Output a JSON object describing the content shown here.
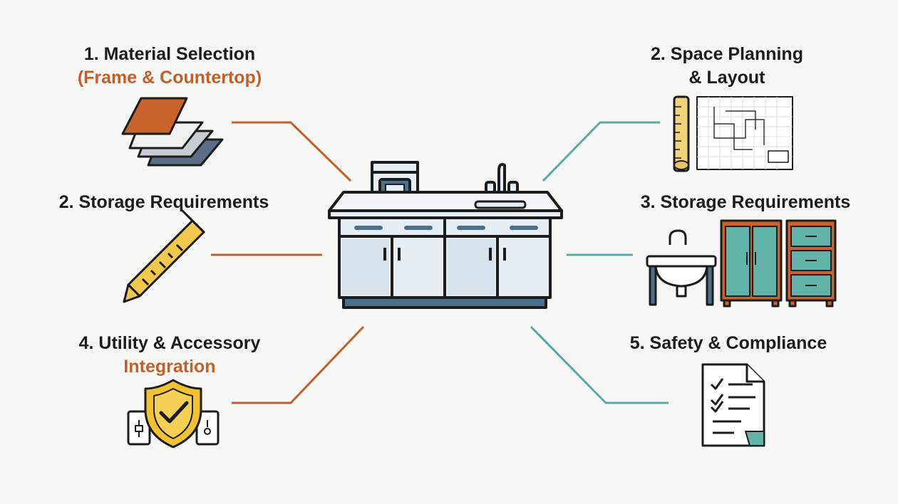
{
  "items": {
    "material": {
      "title": "1. Material Selection",
      "subtitle": "(Frame & Countertop)"
    },
    "space": {
      "title": "2. Space Planning",
      "title_line2": "& Layout"
    },
    "storage_left": {
      "title": "2. Storage Requirements"
    },
    "storage_right": {
      "title": "3. Storage Requirements"
    },
    "utility": {
      "title": "4. Utility & Accessory",
      "subtitle": "Integration"
    },
    "safety": {
      "title": "5. Safety & Compliance"
    }
  },
  "colors": {
    "orange_accent": "#c0602a",
    "teal_accent": "#5aa9a4",
    "outline": "#1c1c1c",
    "cabinet_fill": "#e6eef3",
    "cabinet_blue": "#4a6f8f"
  }
}
